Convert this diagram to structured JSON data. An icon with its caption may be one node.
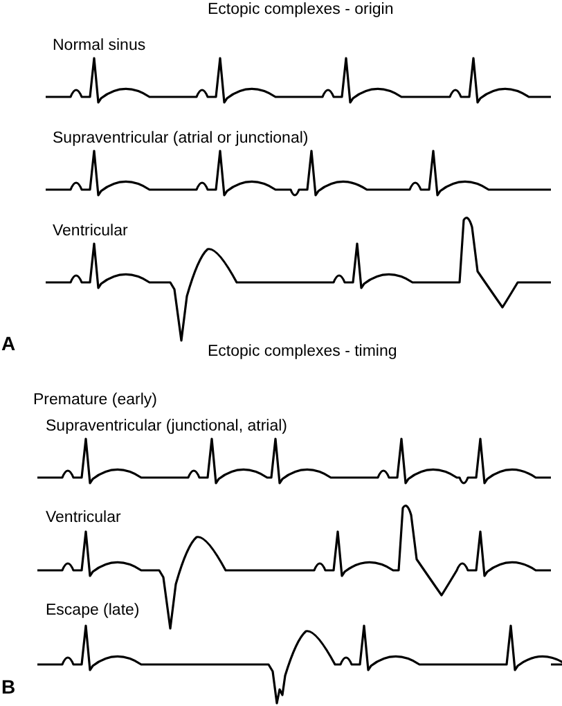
{
  "diagram": {
    "labels": [
      "Ectopic complexes - origin",
      "Normal sinus",
      "Supraventricular (atrial or junctional)",
      "Ventricular",
      "A",
      "Ectopic complexes - timing",
      "Premature (early)",
      "Supraventricular (junctional, atrial)",
      "Ventricular",
      "Escape (late)",
      "B"
    ]
  }
}
